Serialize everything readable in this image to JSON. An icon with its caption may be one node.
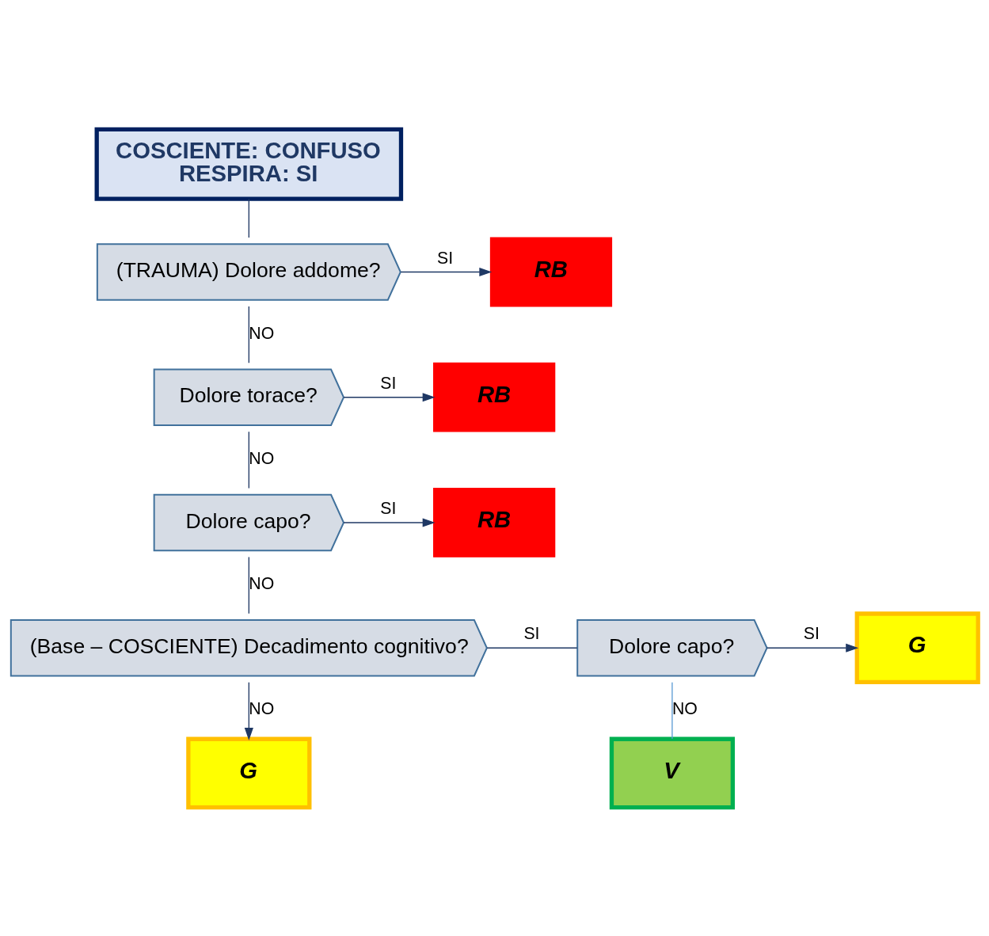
{
  "diagram": {
    "nodes": [
      {
        "text": [
          "COSCIENTE: CONFUSO",
          "RESPIRA: SI"
        ]
      },
      {
        "text": [
          "(TRAUMA) Dolore addome?"
        ]
      },
      {
        "text": [
          "RB"
        ]
      },
      {
        "text": [
          "Dolore torace?"
        ]
      },
      {
        "text": [
          "RB"
        ]
      },
      {
        "text": [
          "Dolore capo?"
        ]
      },
      {
        "text": [
          "RB"
        ]
      },
      {
        "text": [
          "(Base – COSCIENTE) Decadimento cognitivo?"
        ]
      },
      {
        "text": [
          "Dolore capo?"
        ]
      },
      {
        "text": [
          "G"
        ]
      },
      {
        "text": [
          "V"
        ]
      },
      {
        "text": [
          "G"
        ]
      }
    ],
    "edges": [
      {
        "from": 0,
        "to": 1,
        "arrow": "none"
      },
      {
        "from": 1,
        "to": 2,
        "arrow": "to",
        "label": "SI"
      },
      {
        "from": 1,
        "to": 3,
        "arrow": "none",
        "label": "NO"
      },
      {
        "from": 3,
        "to": 4,
        "arrow": "to",
        "label": "SI"
      },
      {
        "from": 3,
        "to": 5,
        "arrow": "none",
        "label": "NO"
      },
      {
        "from": 5,
        "to": 6,
        "arrow": "to",
        "label": "SI"
      },
      {
        "from": 5,
        "to": 7,
        "arrow": "none",
        "label": "NO"
      },
      {
        "from": 7,
        "to": 8,
        "arrow": "none",
        "label": "SI"
      },
      {
        "from": 8,
        "to": 9,
        "arrow": "to",
        "label": "SI"
      },
      {
        "from": 8,
        "to": 10,
        "arrow": "none",
        "label": "NO",
        "color": "#5b9bd5"
      },
      {
        "from": 7,
        "to": 11,
        "arrow": "to",
        "label": "NO"
      }
    ]
  }
}
